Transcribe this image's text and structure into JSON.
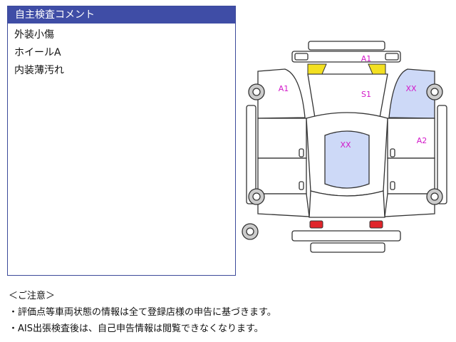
{
  "comment_panel": {
    "title": "自主検査コメント",
    "lines": [
      "外装小傷",
      "ホイールA",
      "内装薄汚れ"
    ]
  },
  "diagram": {
    "marks": {
      "hood": "XX",
      "front_top": "A1",
      "left_front_door": "A1",
      "center": "S1",
      "windshield": "XX",
      "right_rear": "A2"
    },
    "colors": {
      "outline": "#333333",
      "highlight_blue": "#cdd9f7",
      "highlight_yellow": "#f3e021",
      "tail_red": "#e0242a",
      "mark_magenta": "#d318c9",
      "header_blue": "#3f4da6"
    }
  },
  "notes": {
    "heading": "＜ご注意＞",
    "items": [
      "・評価点等車両状態の情報は全て登録店様の申告に基づきます。",
      "・AIS出張検査後は、自己申告情報は閲覧できなくなります。"
    ]
  }
}
